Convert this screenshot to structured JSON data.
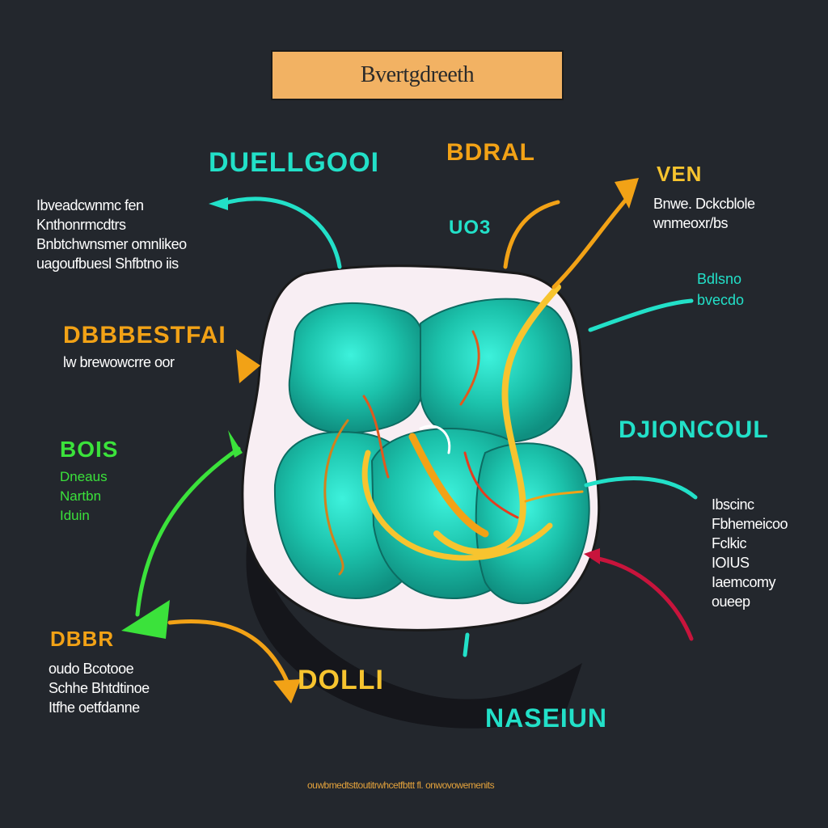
{
  "title": "Bvertgdreeth",
  "footer": "ouwbmedtsttoutitrwhcetfbttt fl. onwovowemenits",
  "colors": {
    "background": "#23272d",
    "title_box": "#f2b263",
    "teal": "#22e0c8",
    "orange": "#f2a216",
    "yellow": "#f7c42f",
    "green": "#3be23b",
    "crimson": "#c8143c",
    "organ": "#1dbfa8",
    "organ_outline": "#f8eef3"
  },
  "labels": {
    "top_left_head": "DUELLGOOI",
    "top_left_body": [
      "Ibveadcwnmc fen",
      "Knthonrmcdtrs",
      "Bnbtchwnsmer omnlikeo",
      "uagoufbuesl Shfbtno iis"
    ],
    "top_center_head": "BDRAL",
    "top_center_sub": "UO3",
    "top_right_head": "VEN",
    "top_right_body": [
      "Bnwe. Dckcblole",
      "wnmeoxr/bs"
    ],
    "right_small": [
      "Bdlsno",
      "bvecdo"
    ],
    "mid_left_head": "DBBBESTFAI",
    "mid_left_body": "lw brewowcrre oor",
    "left_green_head": "BOIS",
    "left_green_body": [
      "Dneaus",
      "Nartbn",
      "Iduin"
    ],
    "right_head": "DJIONCOUL",
    "right_body": [
      "Ibscinc",
      "Fbhemeicoo",
      "Fclkic",
      "IOIUS",
      "Iaemcomy",
      "oueep"
    ],
    "bottom_left_head": "DBBR",
    "bottom_left_body": [
      "oudo Bcotooe",
      "Schhe Bhtdtinoe",
      "Itfhe oetfdanne"
    ],
    "bottom_center_head": "DOLLI",
    "bottom_right_head": "NASEIUN"
  }
}
